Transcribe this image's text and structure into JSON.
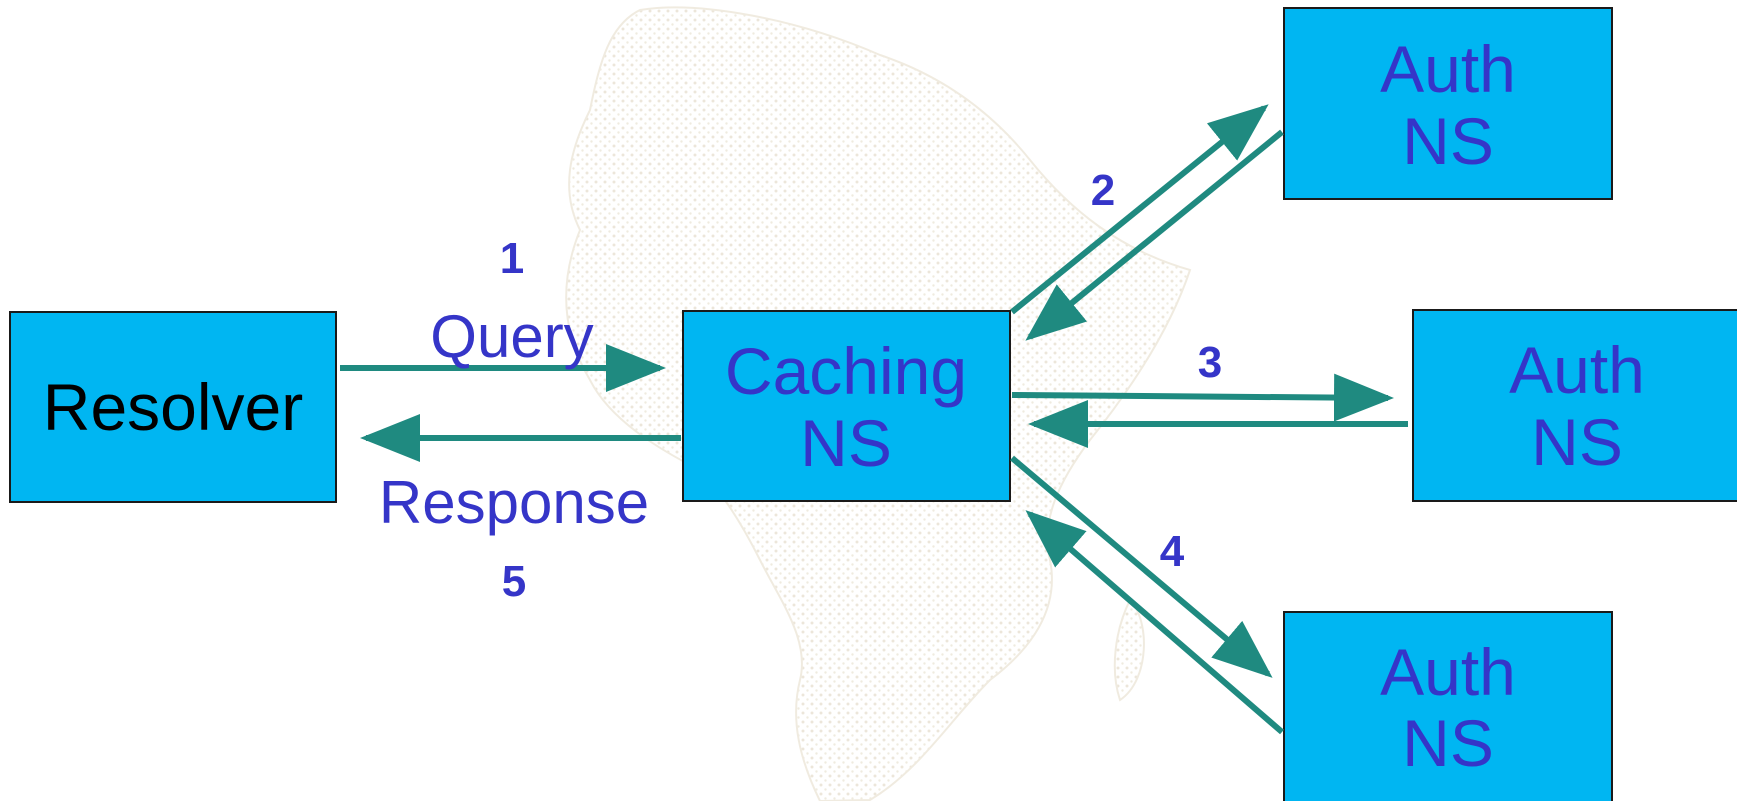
{
  "colors": {
    "box_fill": "#00B6F2",
    "box_border": "#1a1a1a",
    "arrow": "#1F8A80",
    "label_text": "#3535C8",
    "resolver_text": "#000000",
    "map_tint": "#D9C9A6"
  },
  "nodes": {
    "resolver": {
      "label": "Resolver"
    },
    "caching": {
      "line1": "Caching",
      "line2": "NS"
    },
    "auth_top": {
      "line1": "Auth",
      "line2": "NS"
    },
    "auth_mid": {
      "line1": "Auth",
      "line2": "NS"
    },
    "auth_bottom": {
      "line1": "Auth",
      "line2": "NS"
    }
  },
  "edges": {
    "query": {
      "label": "Query",
      "step": "1"
    },
    "response": {
      "label": "Response",
      "step": "5"
    },
    "auth_top_exchange": {
      "step": "2"
    },
    "auth_mid_exchange": {
      "step": "3"
    },
    "auth_bottom_exchange": {
      "step": "4"
    }
  },
  "background": {
    "icon": "africa-map-watermark"
  }
}
